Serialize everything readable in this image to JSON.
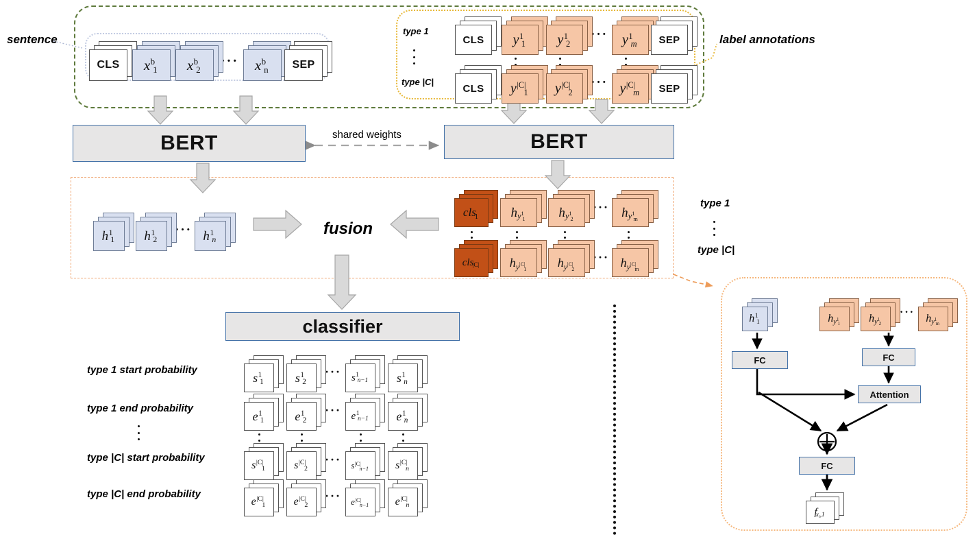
{
  "figure": {
    "type": "architecture-diagram",
    "title": "BERT-based label-annotation fusion model"
  },
  "annotations": {
    "sentence": "sentence",
    "label_annotations": "label annotations",
    "shared_weights": "shared weights",
    "fusion": "fusion",
    "type_1": "type 1",
    "type_C": "type |C|",
    "vdots": "⋮"
  },
  "sentence_row": {
    "cls": "CLS",
    "sep": "SEP",
    "tokens": [
      "x1b",
      "x2b",
      "xnb"
    ],
    "ellipsis": "···"
  },
  "label_rows": [
    {
      "type": "type 1",
      "cls": "CLS",
      "sep": "SEP",
      "tokens": [
        "y11",
        "y21",
        "ym1"
      ]
    },
    {
      "type": "type |C|",
      "cls": "CLS",
      "sep": "SEP",
      "tokens": [
        "y1C",
        "y2C",
        "ymC"
      ]
    }
  ],
  "encoders": {
    "left_bert": "BERT",
    "right_bert": "BERT",
    "shared_weights_label": "shared weights"
  },
  "fusion_section": {
    "left_states": [
      "h11",
      "h21",
      "hn1"
    ],
    "right_grid": [
      {
        "cls": "cls1",
        "states": [
          "hy11",
          "hy21",
          "hym1"
        ]
      },
      {
        "cls": "clsC",
        "states": [
          "hy1C",
          "hy2C",
          "hymC"
        ]
      }
    ],
    "fusion_label": "fusion",
    "type_top": "type 1",
    "type_bottom": "type |C|"
  },
  "classifier_section": {
    "title": "classifier",
    "row_labels": [
      "type 1 start probability",
      "type 1 end probability",
      "type |C| start probability",
      "type |C| end probability"
    ],
    "columns": [
      "1",
      "2",
      "n-1",
      "n"
    ],
    "ellipsis": "···"
  },
  "detail_panel": {
    "input_sentence_state": "h11",
    "input_label_states": [
      "hy11",
      "hy21",
      "hym1"
    ],
    "fc_left": "FC",
    "fc_right": "FC",
    "attention": "Attention",
    "fc_out": "FC",
    "sum_symbol": "+",
    "output": "fxi1"
  },
  "colors": {
    "sentence_token": "#D9E0F0",
    "label_token": "#F6C6A6",
    "cls_state": "#C25017",
    "block_fill": "#E7E6E6",
    "block_border": "#4472A8",
    "green_dashed": "#5E7A3C",
    "yellow_dotted": "#E8B93A",
    "orange_dashed": "#F0A875",
    "arrow_grey": "#D9D9D9"
  }
}
